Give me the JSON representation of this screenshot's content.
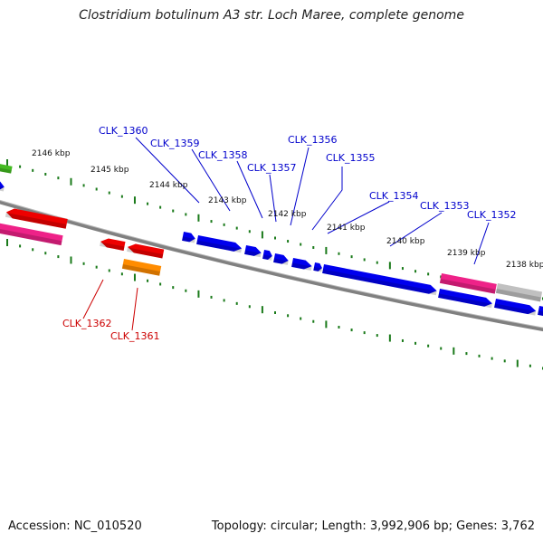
{
  "title": "Clostridium botulinum A3 str. Loch Maree, complete genome",
  "footer": {
    "accession": "Accession: NC_010520",
    "summary": "Topology: circular; Length: 3,992,906 bp; Genes: 3,762"
  },
  "colors": {
    "backbone": "#808080",
    "tick": "#1a7a1a",
    "forward_gene": "#0000ee",
    "reverse_gene": "#ee0000",
    "pink_gene": "#ee2288",
    "orange_gene": "#ff8c00",
    "grey_gene": "#c0c0c0",
    "green_gene": "#44bb22",
    "forward_label": "#0000cc",
    "reverse_label": "#cc0000"
  },
  "scale_labels": [
    {
      "text": "2146 kbp"
    },
    {
      "text": "2145 kbp"
    },
    {
      "text": "2144 kbp"
    },
    {
      "text": "2143 kbp"
    },
    {
      "text": "2142 kbp"
    },
    {
      "text": "2141 kbp"
    },
    {
      "text": "2140 kbp"
    },
    {
      "text": "2139 kbp"
    },
    {
      "text": "2138 kbp"
    }
  ],
  "gene_labels": [
    {
      "text": "CLK_1360",
      "strand": "forward"
    },
    {
      "text": "CLK_1359",
      "strand": "forward"
    },
    {
      "text": "CLK_1358",
      "strand": "forward"
    },
    {
      "text": "CLK_1357",
      "strand": "forward"
    },
    {
      "text": "CLK_1356",
      "strand": "forward"
    },
    {
      "text": "CLK_1355",
      "strand": "forward"
    },
    {
      "text": "CLK_1354",
      "strand": "forward"
    },
    {
      "text": "CLK_1353",
      "strand": "forward"
    },
    {
      "text": "CLK_1352",
      "strand": "forward"
    },
    {
      "text": "CLK_1362",
      "strand": "reverse"
    },
    {
      "text": "CLK_1361",
      "strand": "reverse"
    }
  ]
}
